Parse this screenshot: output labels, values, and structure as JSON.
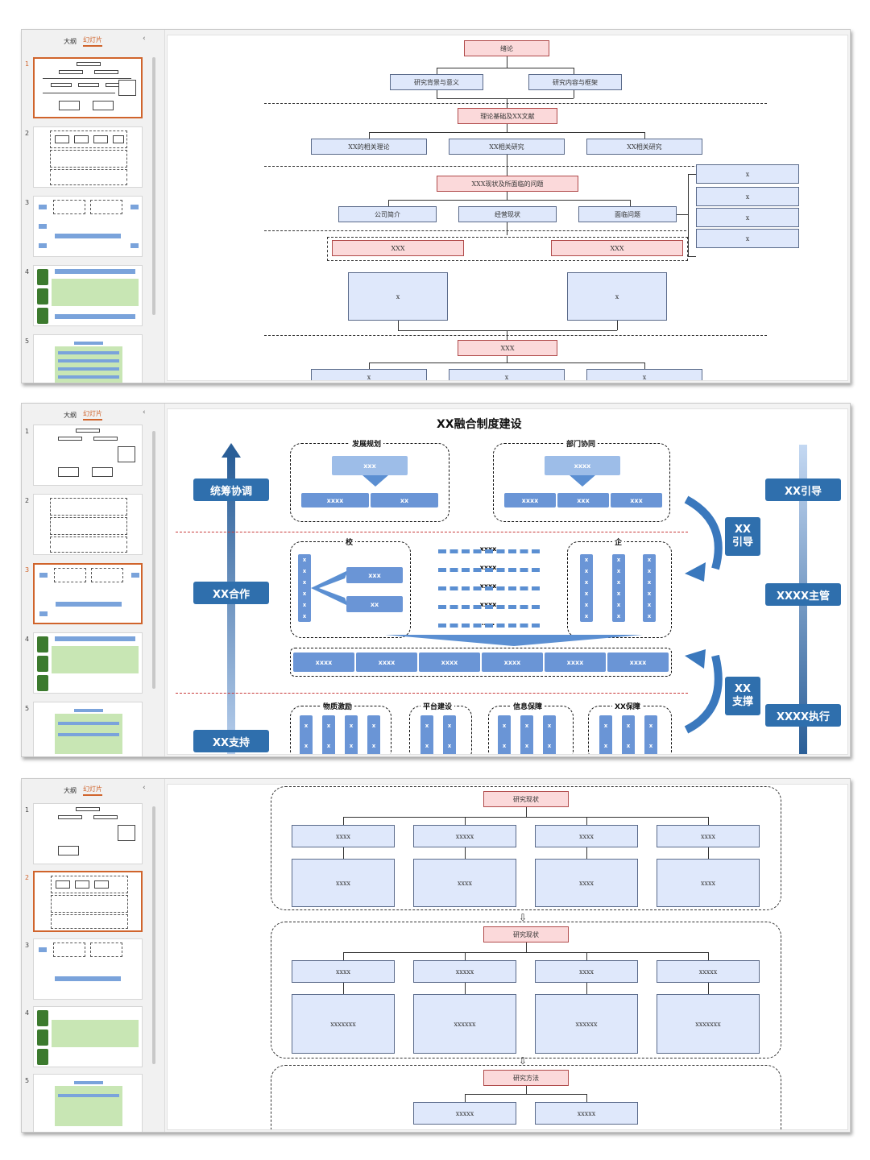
{
  "panel": {
    "tab_outline": "大纲",
    "tab_slides": "幻灯片",
    "collapse_icon": "chevron-left-icon"
  },
  "thumbnail_numbers": [
    "1",
    "2",
    "3",
    "4",
    "5"
  ],
  "shot1": {
    "selected_slide": 1,
    "nodes": {
      "intro": "绪论",
      "background": "研究背景与意义",
      "content": "研究内容与框架",
      "theory": "理论基础及XX文献",
      "theory_a": "XX的相关理论",
      "theory_b": "XX相关研究",
      "theory_c": "XX相关研究",
      "status": "XXX现状及所面临的问题",
      "status_a": "公司简介",
      "status_b": "经营现状",
      "status_c": "面临问题",
      "side_1": "x",
      "side_2": "x",
      "side_3": "x",
      "side_4": "x",
      "xxx_left": "XXX",
      "xxx_right": "XXX",
      "x_left": "x",
      "x_right": "x",
      "bottom": "XXX",
      "bottom_a": "x",
      "bottom_b": "x",
      "bottom_c": "x"
    }
  },
  "shot2": {
    "selected_slide": 3,
    "title": "XX融合制度建设",
    "left_col": {
      "top": "统筹协调",
      "mid": "XX合作",
      "bottom": "XX支持"
    },
    "right_col": {
      "top": "XX引导",
      "mid": "XXXX主管",
      "bottom": "XXXX执行"
    },
    "curve_top": "XX\n引导",
    "curve_bottom": "XX\n支撑",
    "planning": {
      "label": "发展规划",
      "top": "xxx",
      "left": "xxxx",
      "right": "xx"
    },
    "dept": {
      "label": "部门协同",
      "top": "xxxx",
      "a": "xxxx",
      "b": "xxx",
      "c": "xxx"
    },
    "school": {
      "label": "校",
      "stack": "x x x x x x",
      "a": "xxx",
      "b": "xx"
    },
    "enterprise": {
      "label": "企",
      "stack": "x x x x x x"
    },
    "middle_labels": [
      "xxxx",
      "xxxx",
      "xxxx",
      "xxxx",
      "……"
    ],
    "bar_items": [
      "xxxx",
      "xxxx",
      "xxxx",
      "xxxx",
      "xxxx",
      "xxxx"
    ],
    "bottom_groups": [
      "物质激励",
      "平台建设",
      "信息保障",
      "XX保障"
    ]
  },
  "shot3": {
    "selected_slide": 2,
    "sections": [
      {
        "title": "研究现状",
        "row1": [
          "xxxx",
          "xxxxx",
          "xxxx",
          "xxxx"
        ],
        "row2": [
          "xxxx",
          "xxxx",
          "xxxx",
          "xxxx"
        ]
      },
      {
        "title": "研究现状",
        "row1": [
          "xxxx",
          "xxxxx",
          "xxxx",
          "xxxxx"
        ],
        "row2": [
          "xxxxxxx",
          "xxxxxx",
          "xxxxxx",
          "xxxxxxx"
        ]
      },
      {
        "title": "研究方法",
        "row1": [
          "xxxxx",
          "xxxxx"
        ]
      }
    ]
  }
}
